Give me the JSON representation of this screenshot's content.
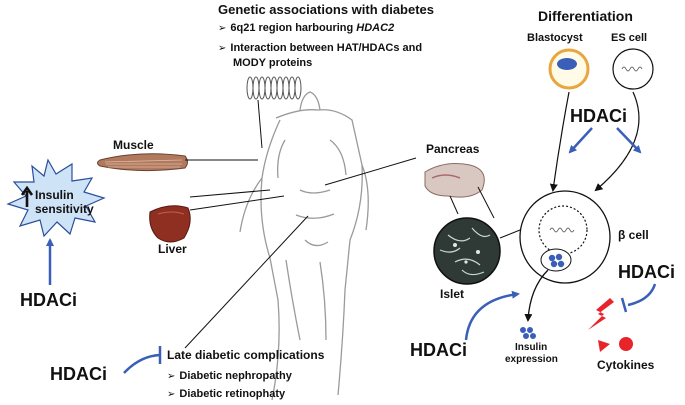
{
  "genetic": {
    "title": "Genetic associations with diabetes",
    "item1_prefix": "6q21 region harbouring ",
    "item1_gene": "HDAC2",
    "item2_line1": "Interaction between HAT/HDACs and",
    "item2_line2": "MODY proteins",
    "bullet_marker": "➢"
  },
  "differentiation": {
    "title": "Differentiation",
    "blastocyst": "Blastocyst",
    "es_cell": "ES cell",
    "hdaci": "HDACi"
  },
  "tissues": {
    "muscle": "Muscle",
    "liver": "Liver",
    "pancreas": "Pancreas",
    "islet": "Islet",
    "beta_cell": "β cell"
  },
  "insulin_sensitivity": {
    "line1": "Insulin",
    "line2": "sensitivity",
    "hdaci": "HDACi"
  },
  "insulin_expression": {
    "line1": "Insulin",
    "line2": "expression",
    "hdaci": "HDACi"
  },
  "cytokines": {
    "label": "Cytokines",
    "hdaci": "HDACi"
  },
  "complications": {
    "title": "Late diabetic complications",
    "item1": "Diabetic nephropathy",
    "item2": "Diabetic retinophaty",
    "hdaci": "HDACi"
  },
  "colors": {
    "arrow_blue": "#3a5fb8",
    "burst_fill": "#cfe3f7",
    "cytokine_red": "#e8242a",
    "muscle": "#b07a5e",
    "liver": "#8e2f22"
  }
}
